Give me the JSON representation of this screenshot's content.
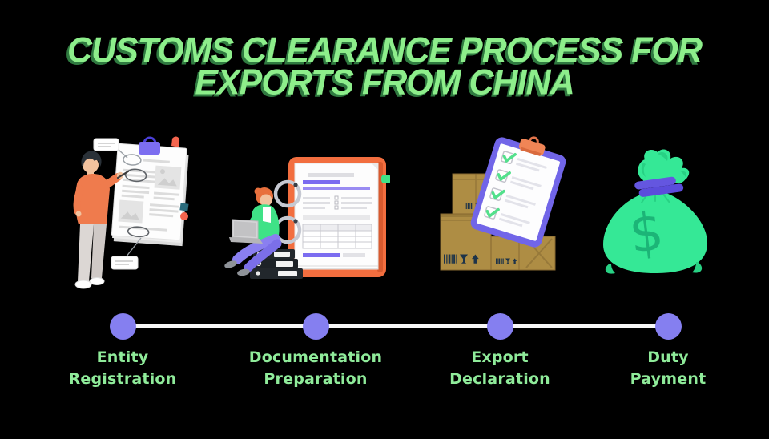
{
  "title": {
    "line1": "CUSTOMS CLEARANCE PROCESS FOR",
    "line2": "EXPORTS FROM CHINA"
  },
  "steps": [
    {
      "label": "Entity\nRegistration",
      "illustration": "man-writing-on-large-registration-document"
    },
    {
      "label": "Documentation\nPreparation",
      "illustration": "woman-with-laptop-beside-orange-ring-binder"
    },
    {
      "label": "Export\nDeclaration",
      "illustration": "cardboard-boxes-with-checklist-clipboard"
    },
    {
      "label": "Duty\nPayment",
      "illustration": "green-money-bag-with-dollar-sign"
    }
  ],
  "colors": {
    "background": "#000000",
    "title_green": "#8DEE8B",
    "title_shadow": "#2F7A40",
    "label_green": "#8FEB9A",
    "dot_purple": "#857FF0",
    "line_white": "#F8F8F8",
    "shirt_orange": "#EF7B4D",
    "binder_orange": "#F26E3F",
    "jacket_green": "#3FE287",
    "pants_purple": "#8A7FF0",
    "box_tan": "#AE8D44",
    "clipboard_purple": "#7165E8",
    "clip_orange": "#F08556",
    "check_green": "#53E08C",
    "bag_green": "#35E896",
    "band_purple": "#6456E0",
    "accent_purple_bar": "#7B6CF0",
    "skin": "#F2C29E",
    "hair_dark": "#2A3138"
  }
}
